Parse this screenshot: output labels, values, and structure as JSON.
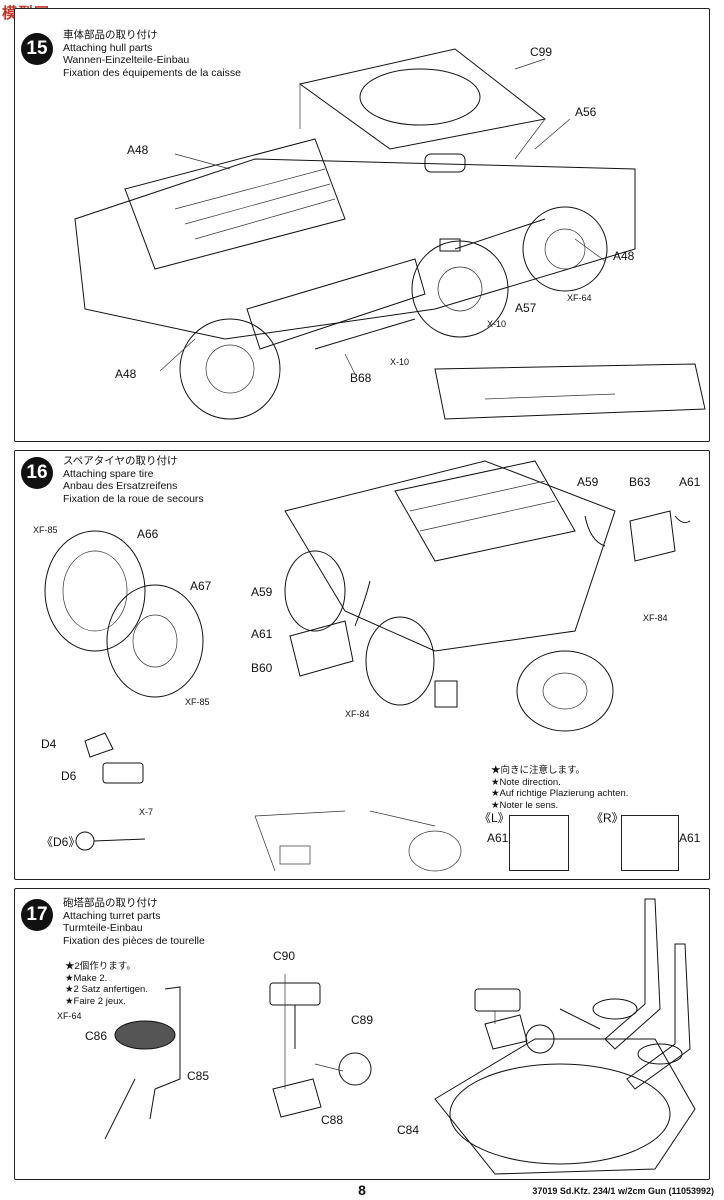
{
  "watermark": "模型网 FUMY SEARCH",
  "steps": [
    {
      "number": "15",
      "title_jp": "車体部品の取り付け",
      "title_en": "Attaching hull parts",
      "title_de": "Wannen-Einzelteile-Einbau",
      "title_fr": "Fixation des équipements de la caisse",
      "labels": {
        "c99": "C99",
        "a56": "A56",
        "a48_top": "A48",
        "a48_left": "A48",
        "a48_right": "A48",
        "a57": "A57",
        "b68": "B68",
        "xf64": "XF-64",
        "x10_a": "X-10",
        "x10_b": "X-10"
      }
    },
    {
      "number": "16",
      "title_jp": "スペアタイヤの取り付け",
      "title_en": "Attaching spare tire",
      "title_de": "Anbau des Ersatzreifens",
      "title_fr": "Fixation de la roue de secours",
      "labels": {
        "xf85_a": "XF-85",
        "a66": "A66",
        "a67": "A67",
        "xf85_b": "XF-85",
        "a59_l": "A59",
        "a61_l": "A61",
        "b60": "B60",
        "xf84_l": "XF-84",
        "a59_r": "A59",
        "b63": "B63",
        "a61_r": "A61",
        "xf84_r": "XF-84",
        "d4": "D4",
        "d6": "D6",
        "x7": "X-7",
        "d6_detail": "《D6》",
        "box_l_tag": "《L》",
        "box_r_tag": "《R》",
        "a61_box_l": "A61",
        "a61_box_r": "A61"
      },
      "note_lines": [
        "★向きに注意します。",
        "★Note direction.",
        "★Auf richtige Plazierung achten.",
        "★Noter le sens."
      ]
    },
    {
      "number": "17",
      "title_jp": "砲塔部品の取り付け",
      "title_en": "Attaching turret parts",
      "title_de": "Turmteile-Einbau",
      "title_fr": "Fixation des pièces de tourelle",
      "note_lines": [
        "★2個作ります。",
        "★Make 2.",
        "★2 Satz anfertigen.",
        "★Faire 2 jeux."
      ],
      "labels": {
        "xf64": "XF-64",
        "c86": "C86",
        "c85": "C85",
        "c90": "C90",
        "c89": "C89",
        "c88": "C88",
        "c84": "C84"
      }
    }
  ],
  "footer": {
    "page_number": "8",
    "code": "37019  Sd.Kfz. 234/1 w/2cm Gun (11053992)"
  }
}
